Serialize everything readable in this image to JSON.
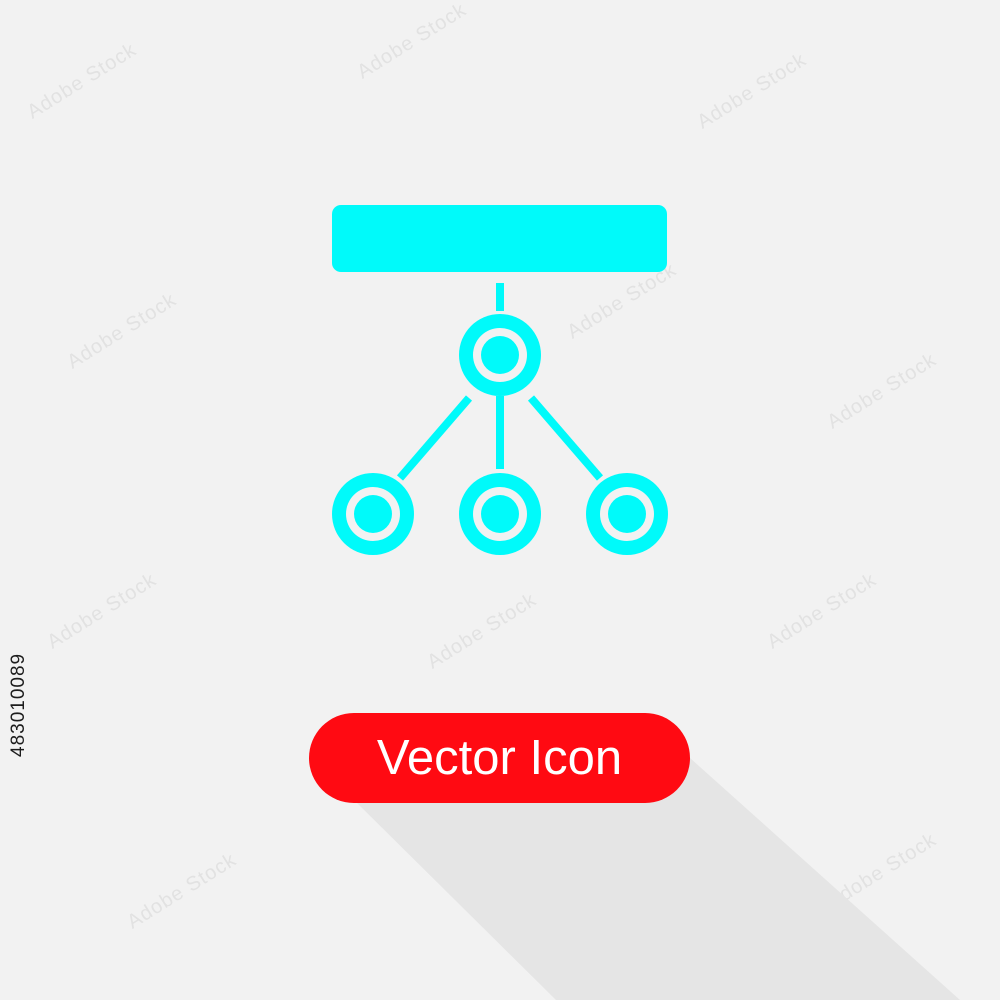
{
  "background_color": "#f2f2f2",
  "icon": {
    "name": "hierarchy-network-icon",
    "color": "#00fafa"
  },
  "badge": {
    "label": "Vector Icon",
    "color": "#ff0a12",
    "text_color": "#ffffff"
  },
  "stock_id": "483010089",
  "watermark": {
    "text": "Adobe Stock"
  }
}
